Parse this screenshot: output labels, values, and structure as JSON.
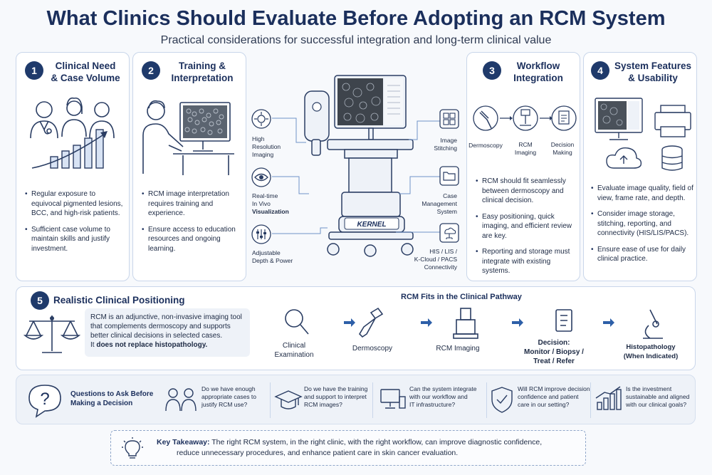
{
  "header": {
    "title": "What Clinics Should Evaluate Before Adopting an RCM System",
    "subtitle": "Practical considerations for successful integration and long-term clinical value"
  },
  "panels": {
    "p1": {
      "number": "1",
      "title": "Clinical Need\n& Case Volume",
      "bullets": [
        "Regular exposure to equivocal pigmented lesions, BCC, and high-risk patients.",
        "Sufficient case volume to maintain skills and justify investment."
      ]
    },
    "p2": {
      "number": "2",
      "title": "Training &\nInterpretation",
      "bullets": [
        "RCM image interpretation requires training and experience.",
        "Ensure access to education resources and ongoing learning."
      ]
    },
    "p3": {
      "number": "3",
      "title": "Workflow\nIntegration",
      "flow": [
        "Dermoscopy",
        "RCM\nImaging",
        "Decision\nMaking"
      ],
      "bullets": [
        "RCM should fit seamlessly between dermoscopy and clinical decision.",
        "Easy positioning, quick imaging, and efficient review are key.",
        "Reporting and storage must integrate with existing systems."
      ]
    },
    "p4": {
      "number": "4",
      "title": "System Features\n& Usability",
      "bullets": [
        "Evaluate image quality, field of view, frame rate, and depth.",
        "Consider image storage, stitching, reporting, and connectivity (HIS/LIS/PACS).",
        "Ensure ease of use for daily clinical practice."
      ]
    }
  },
  "device": {
    "brand": "KERNEL",
    "features_left": [
      {
        "line1": "High",
        "line2": "Resolution",
        "line3": "Imaging"
      },
      {
        "line1": "Real-time",
        "line2": "In Vivo",
        "line3": "Visualization"
      },
      {
        "line1": "Adjustable",
        "line2": "Depth & Power",
        "line3": ""
      }
    ],
    "features_right": [
      {
        "line1": "Image",
        "line2": "Stitching",
        "line3": ""
      },
      {
        "line1": "Case",
        "line2": "Management",
        "line3": "System"
      },
      {
        "line1": "HIS / LIS /",
        "line2": "K-Cloud / PACS",
        "line3": "Connectivity"
      }
    ]
  },
  "positioning": {
    "number": "5",
    "title": "Realistic Clinical Positioning",
    "text": "RCM is an adjunctive, non-invasive imaging tool that complements dermoscopy and supports better clinical decisions in selected cases.",
    "text_pre": "It ",
    "text_bold": "does not replace histopathology.",
    "pathway_title": "RCM Fits in the Clinical Pathway",
    "pathway": [
      "Clinical\nExamination",
      "Dermoscopy",
      "RCM Imaging",
      "Decision:\nMonitor / Biopsy /\nTreat / Refer",
      "Histopathology\n(When Indicated)"
    ]
  },
  "questions": {
    "heading": "Questions to Ask Before\nMaking a Decision",
    "items": [
      "Do we have enough\nappropriate cases to\njustify RCM use?",
      "Do we have the training\nand support to interpret\nRCM images?",
      "Can the system integrate\nwith our workflow and\nIT infrastructure?",
      "Will RCM improve decision\nconfidence and patient\ncare in our setting?",
      "Is the investment\nsustainable and aligned\nwith our clinical goals?"
    ]
  },
  "takeaway": {
    "label": "Key Takeaway:",
    "text1": " The right RCM system, in the right clinic, with the right workflow, can improve diagnostic confidence,",
    "text2": "reduce unnecessary procedures, and enhance patient care in skin cancer evaluation."
  },
  "colors": {
    "navy": "#1b2f5c",
    "accent": "#2d5fa8",
    "border": "#c9d6ea"
  }
}
